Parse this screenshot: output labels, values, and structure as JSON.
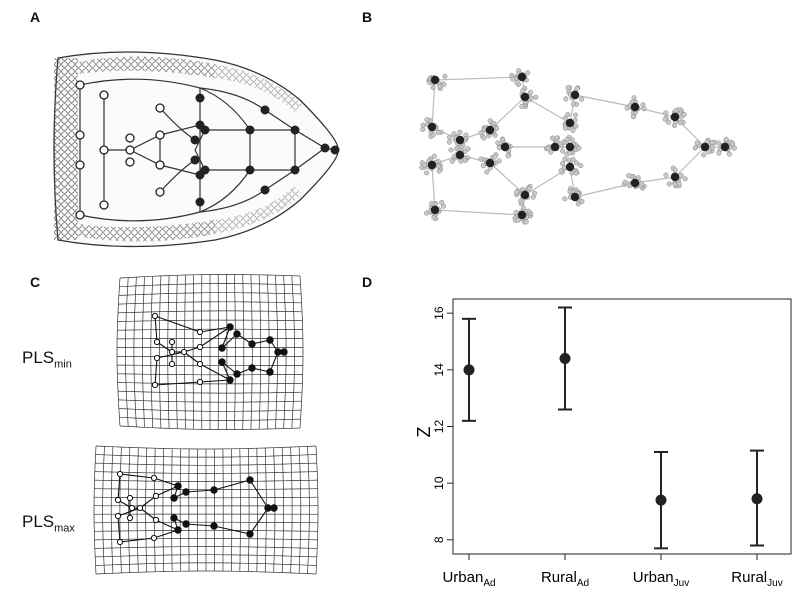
{
  "panels": {
    "a": "A",
    "b": "B",
    "c": "C",
    "d": "D"
  },
  "pls": {
    "min_main": "PLS",
    "min_sub": "min",
    "max_main": "PLS",
    "max_sub": "max"
  },
  "chart_data": {
    "type": "scatter",
    "ylabel": "Z",
    "ylim": [
      7.5,
      16.5
    ],
    "yticks": [
      8,
      10,
      12,
      14,
      16
    ],
    "ytick_labels": [
      "8",
      "10",
      "12",
      "14",
      "16"
    ],
    "categories": [
      {
        "main": "Urban",
        "sub": "Ad"
      },
      {
        "main": "Rural",
        "sub": "Ad"
      },
      {
        "main": "Urban",
        "sub": "Juv"
      },
      {
        "main": "Rural",
        "sub": "Juv"
      }
    ],
    "points": [
      {
        "mean": 14.0,
        "lower": 12.2,
        "upper": 15.8
      },
      {
        "mean": 14.4,
        "lower": 12.6,
        "upper": 16.2
      },
      {
        "mean": 9.4,
        "lower": 7.7,
        "upper": 11.1
      },
      {
        "mean": 9.45,
        "lower": 7.8,
        "upper": 11.15
      }
    ],
    "grid": false,
    "legend": "none"
  }
}
